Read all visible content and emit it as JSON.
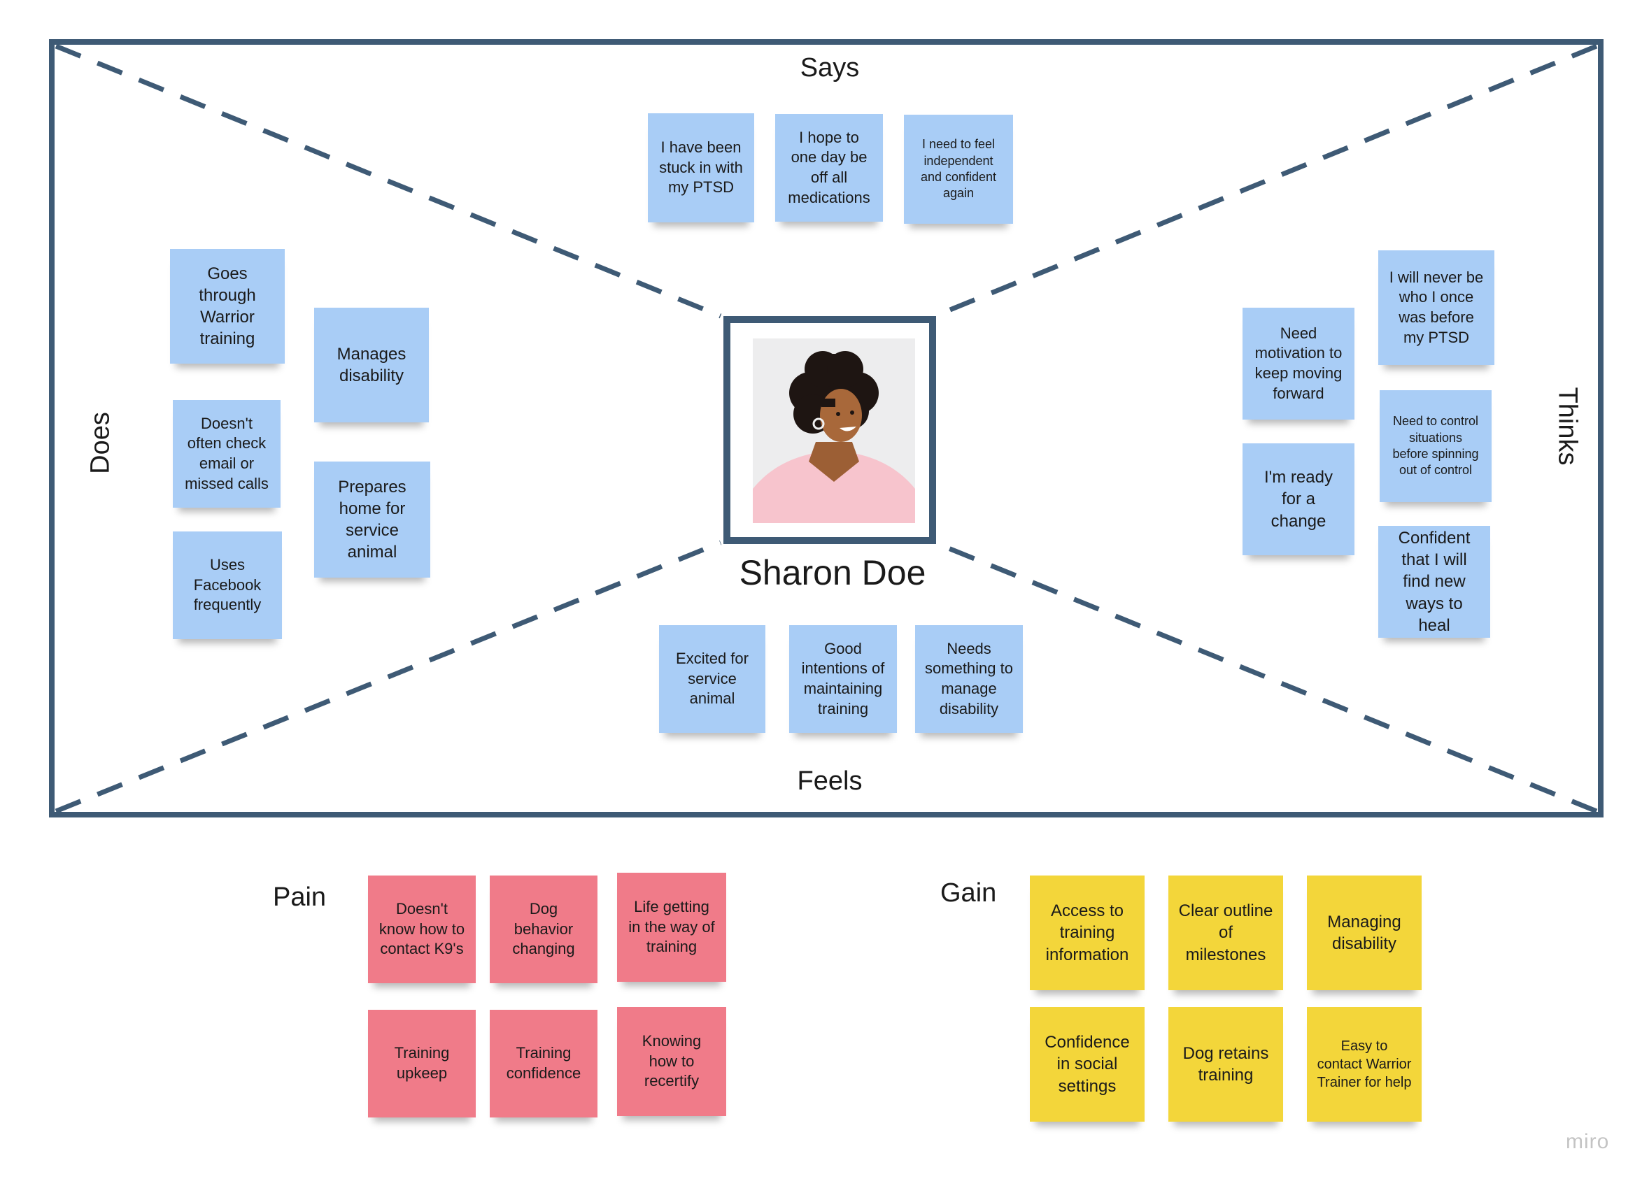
{
  "map": {
    "says_label": "Says",
    "thinks_label": "Thinks",
    "does_label": "Does",
    "feels_label": "Feels",
    "persona_name": "Sharon Doe"
  },
  "says": [
    "I have been stuck in with my PTSD",
    "I hope to one day be off all medications",
    "I need to feel independent and confident again"
  ],
  "does": [
    "Goes through Warrior training",
    "Manages disability",
    "Doesn't often check email or missed calls",
    "Prepares home for service animal",
    "Uses Facebook frequently"
  ],
  "thinks": [
    "I will never be who I once was before my PTSD",
    "Need motivation to keep moving forward",
    "Need to control situations before spinning out of control",
    "I'm ready for a change",
    "Confident that I will find new ways to heal"
  ],
  "feels": [
    "Excited for service animal",
    "Good intentions of maintaining training",
    "Needs something to manage disability"
  ],
  "pain": {
    "label": "Pain",
    "notes": [
      "Doesn't know how to contact K9's",
      "Dog behavior changing",
      "Life getting in the way of training",
      "Training upkeep",
      "Training confidence",
      "Knowing how to recertify"
    ]
  },
  "gain": {
    "label": "Gain",
    "notes": [
      "Access to training information",
      "Clear outline of milestones",
      "Managing disability",
      "Confidence in social settings",
      "Dog retains training",
      "Easy to contact Warrior Trainer for help"
    ]
  },
  "watermark": "miro",
  "colors": {
    "frame": "#3e5a75",
    "blue_note": "#a9cdf6",
    "pink_note": "#f07b89",
    "yellow_note": "#f3d63a"
  }
}
